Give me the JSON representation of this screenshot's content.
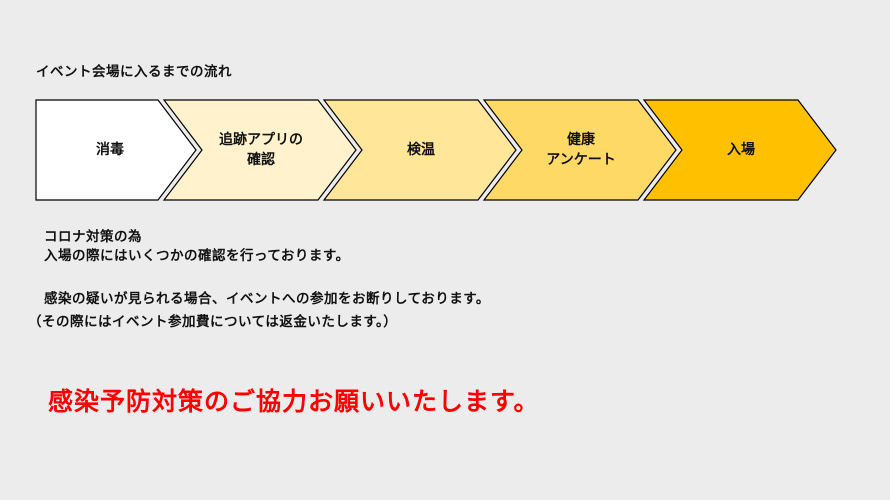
{
  "flow": {
    "title": "イベント会場に入るまでの流れ",
    "steps": [
      {
        "label": "消毒",
        "color": "#ffffff"
      },
      {
        "label": "追跡アプリの\n確認",
        "color": "#fff2cc"
      },
      {
        "label": "検温",
        "color": "#ffe699"
      },
      {
        "label": "健康\nアンケート",
        "color": "#ffd966"
      },
      {
        "label": "入場",
        "color": "#ffc000"
      }
    ],
    "outline_color": "#000000"
  },
  "notice": {
    "line1": "コロナ対策の為",
    "line2": "入場の際にはいくつかの確認を行っております。",
    "line3": "感染の疑いが見られる場合、イベントへの参加をお断りしております。",
    "line4": "（その際にはイベント参加費については返金いたします。）"
  },
  "headline": {
    "text": "感染予防対策のご協力お願いいたします。",
    "color": "#ff0000"
  }
}
